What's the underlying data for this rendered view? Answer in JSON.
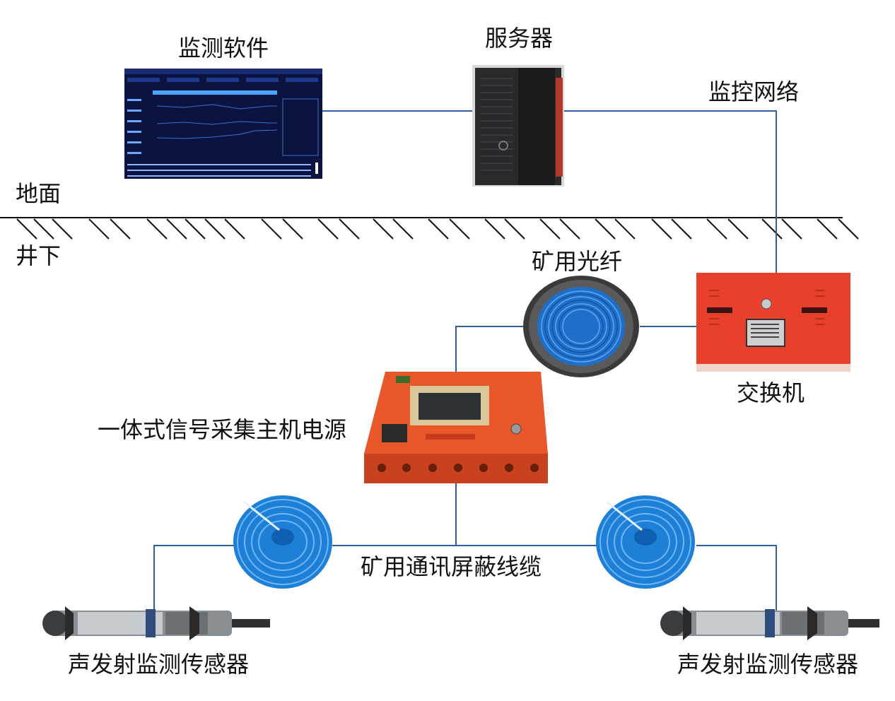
{
  "labels": {
    "software": "监测软件",
    "server": "服务器",
    "network": "监控网络",
    "ground": "地面",
    "underground": "井下",
    "fiber": "矿用光纤",
    "switch": "交换机",
    "host": "一体式信号采集主机电源",
    "cable": "矿用通讯屏蔽线缆",
    "sensor_left": "声发射监测传感器",
    "sensor_right": "声发射监测传感器"
  },
  "colors": {
    "link_line": "#2f5d9e",
    "ground_line": "#111111",
    "switch_body": "#e8402a",
    "host_body": "#e8562a",
    "cable_blue": "#1e7fd6",
    "screen_bg": "#0b1440"
  },
  "icons": {
    "software": "monitoring-software-screenshot",
    "server": "tower-server",
    "switch": "mining-switch-box",
    "fiber": "fiber-optic-reel",
    "host": "signal-acquisition-host-box",
    "cable": "cable-coil",
    "sensor": "acoustic-emission-sensor"
  }
}
